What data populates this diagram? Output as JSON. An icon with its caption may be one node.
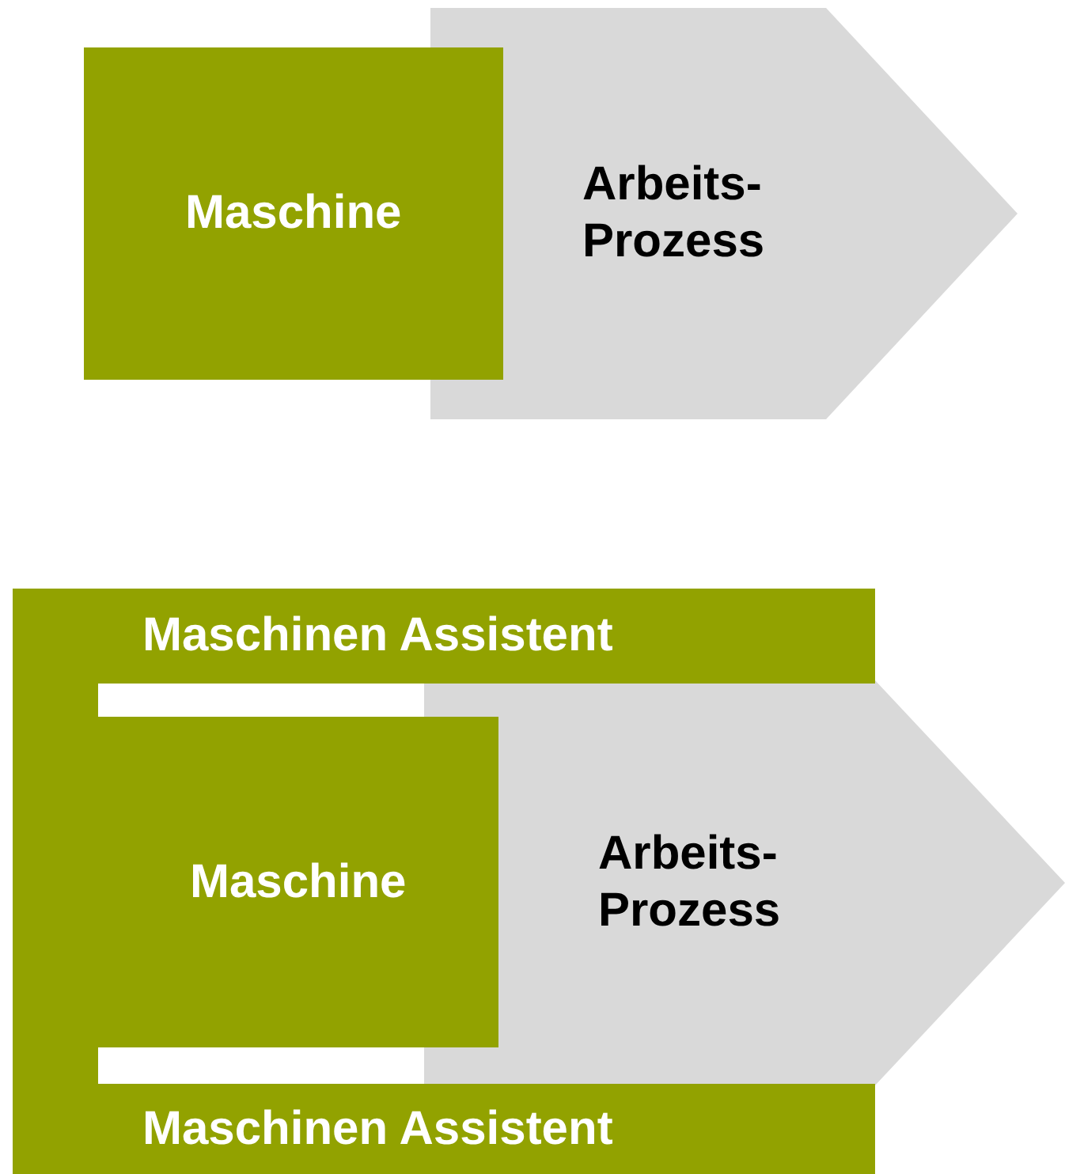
{
  "diagram": {
    "nodes": [
      {
        "text": [
          "Maschine"
        ]
      },
      {
        "text": [
          "Arbeits- Prozess"
        ]
      },
      {
        "text": [
          "Maschinen Assistent",
          "Maschinen Assistent"
        ]
      },
      {
        "text": [
          "Maschine"
        ]
      },
      {
        "text": [
          "Arbeits- Prozess"
        ]
      }
    ]
  }
}
